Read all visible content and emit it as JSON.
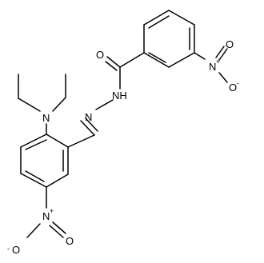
{
  "atoms": {
    "carbonyl_oxygen": "O",
    "amide_nh": "NH",
    "hydrazone_n": "N",
    "amine_n": "N",
    "nitro_top_n": "N",
    "nitro_top_o_double": "O",
    "nitro_top_o_single": "O",
    "nitro_bottom_n": "N",
    "nitro_bottom_o_double": "O",
    "nitro_bottom_o_single": "O"
  },
  "charges": {
    "nitro_n_plus": "+",
    "nitro_o_minus": "-"
  }
}
